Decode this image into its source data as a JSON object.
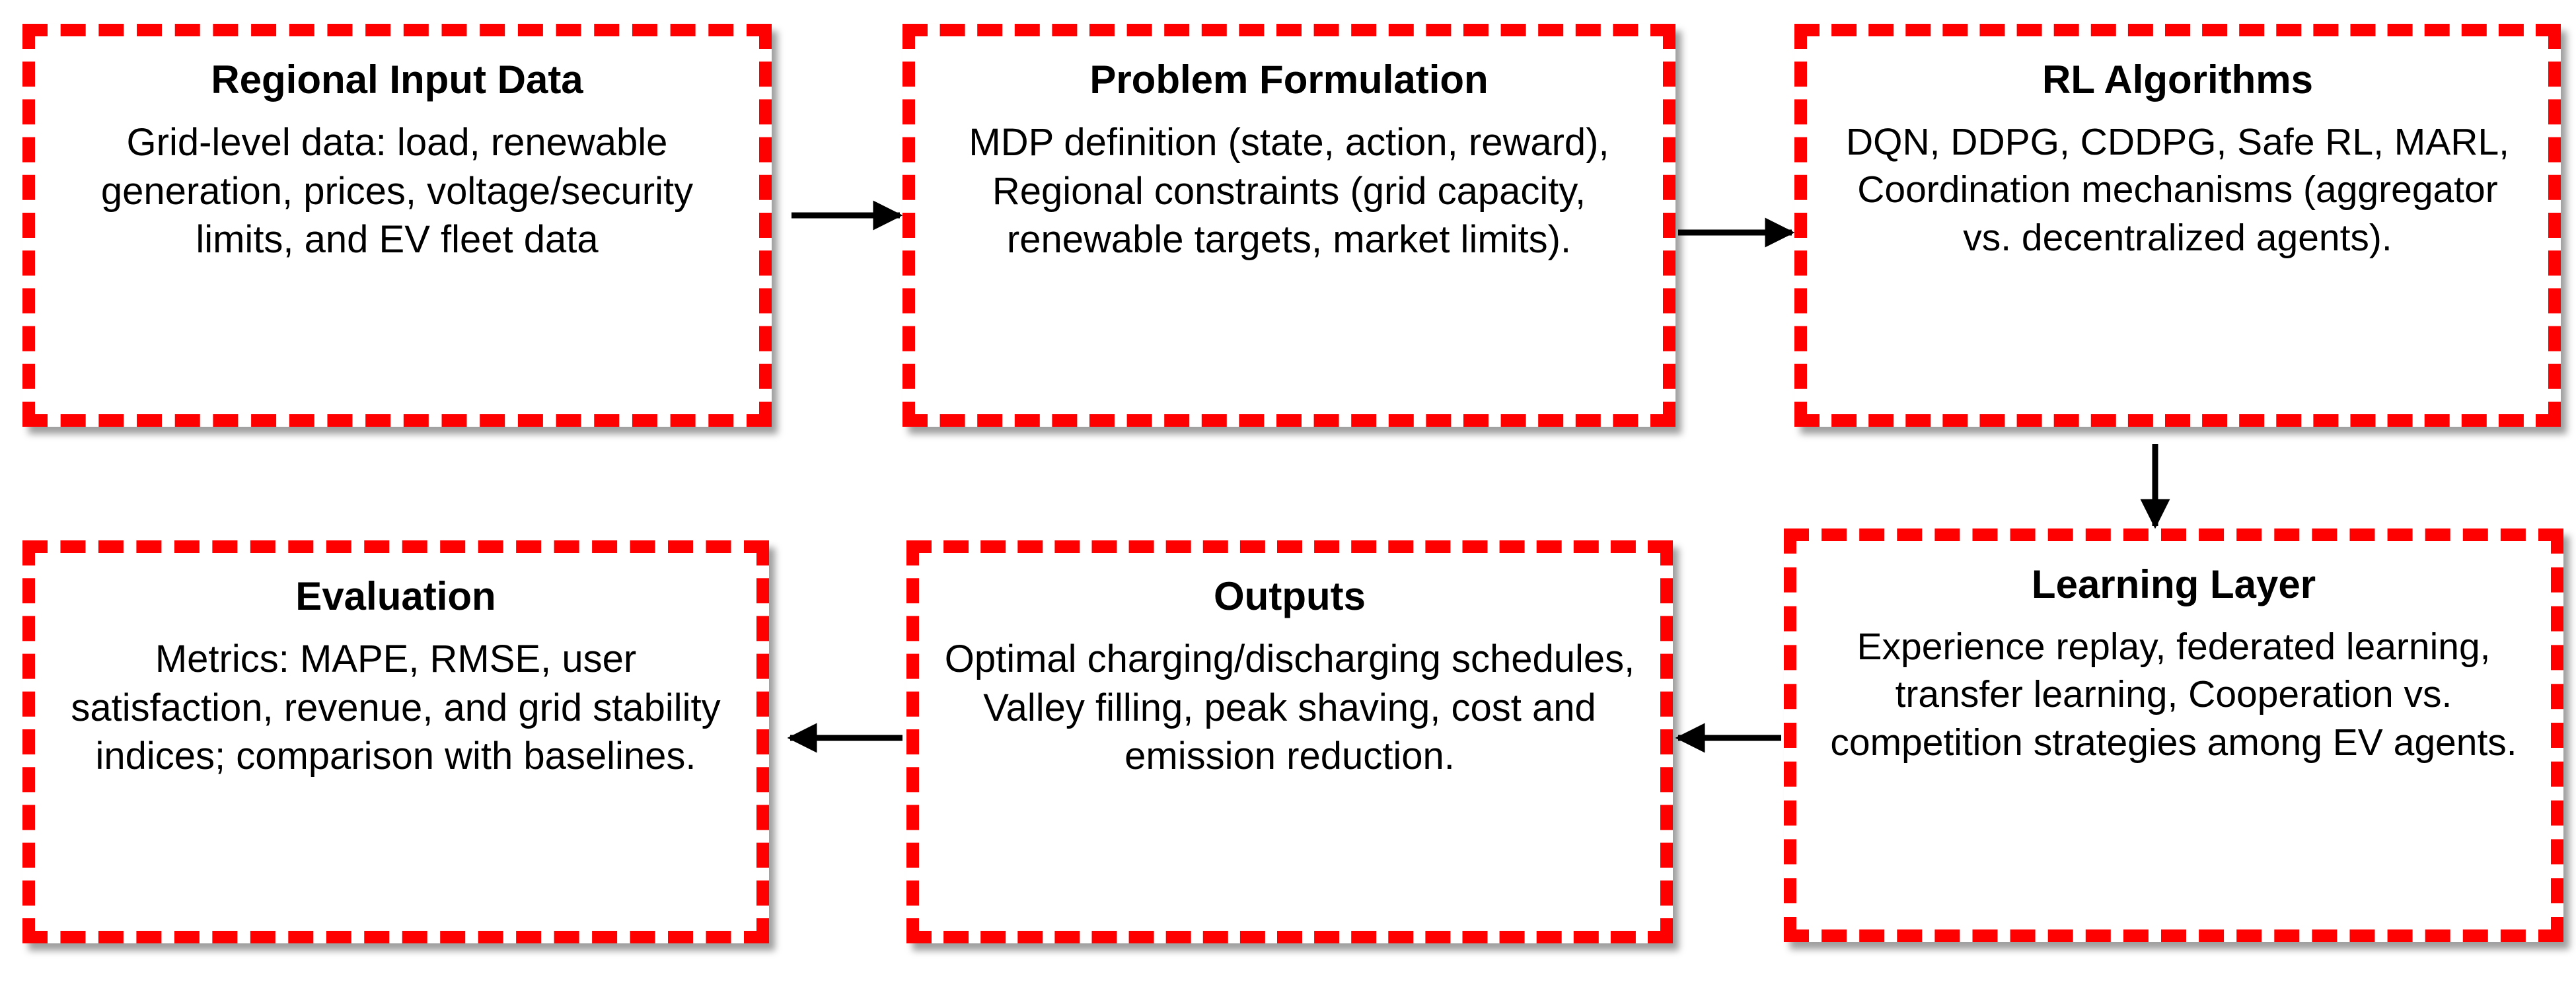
{
  "nodes": [
    {
      "id": "regional-input-data",
      "title": "Regional Input Data",
      "body": "Grid-level data: load, renewable generation, prices, voltage/security limits, and EV fleet data"
    },
    {
      "id": "problem-formulation",
      "title": "Problem Formulation",
      "body": "MDP definition (state, action, reward), Regional constraints (grid capacity, renewable targets, market limits)."
    },
    {
      "id": "rl-algorithms",
      "title": "RL Algorithms",
      "body": "DQN, DDPG, CDDPG, Safe RL, MARL, Coordination mechanisms (aggregator vs. decentralized agents)."
    },
    {
      "id": "evaluation",
      "title": "Evaluation",
      "body": "Metrics: MAPE, RMSE, user satisfaction, revenue, and grid stability indices; comparison with baselines."
    },
    {
      "id": "outputs",
      "title": "Outputs",
      "body": "Optimal charging/discharging schedules, Valley filling, peak shaving, cost and emission reduction."
    },
    {
      "id": "learning-layer",
      "title": "Learning Layer",
      "body": "Experience replay, federated learning, transfer learning, Cooperation vs. competition strategies among EV agents."
    }
  ],
  "edges": [
    {
      "from": "regional-input-data",
      "to": "problem-formulation"
    },
    {
      "from": "problem-formulation",
      "to": "rl-algorithms"
    },
    {
      "from": "rl-algorithms",
      "to": "learning-layer"
    },
    {
      "from": "learning-layer",
      "to": "outputs"
    },
    {
      "from": "outputs",
      "to": "evaluation"
    }
  ],
  "colors": {
    "box_border": "#ff0000",
    "arrow": "#000000",
    "background": "#ffffff"
  }
}
